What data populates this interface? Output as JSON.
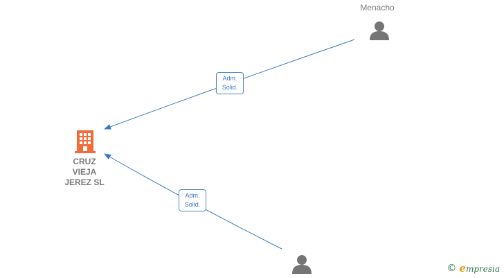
{
  "company": {
    "name": "CRUZ\nVIEJA\nJEREZ  SL",
    "icon": "building-icon",
    "color": "#f26b3a"
  },
  "people": [
    {
      "label": "Menacho",
      "icon": "person-icon"
    },
    {
      "label": "",
      "icon": "person-icon"
    }
  ],
  "relations": [
    {
      "from": "Menacho",
      "to": "CRUZ VIEJA JEREZ SL",
      "role_line1": "Adm.",
      "role_line2": "Solid."
    },
    {
      "from": "",
      "to": "CRUZ VIEJA JEREZ SL",
      "role_line1": "Adm.",
      "role_line2": "Solid."
    }
  ],
  "colors": {
    "edge": "#3b78c0",
    "person": "#757575",
    "label": "#7a7a7a"
  },
  "brand": {
    "copyright_symbol": "©",
    "first_letter": "e",
    "rest": "mpresia"
  }
}
